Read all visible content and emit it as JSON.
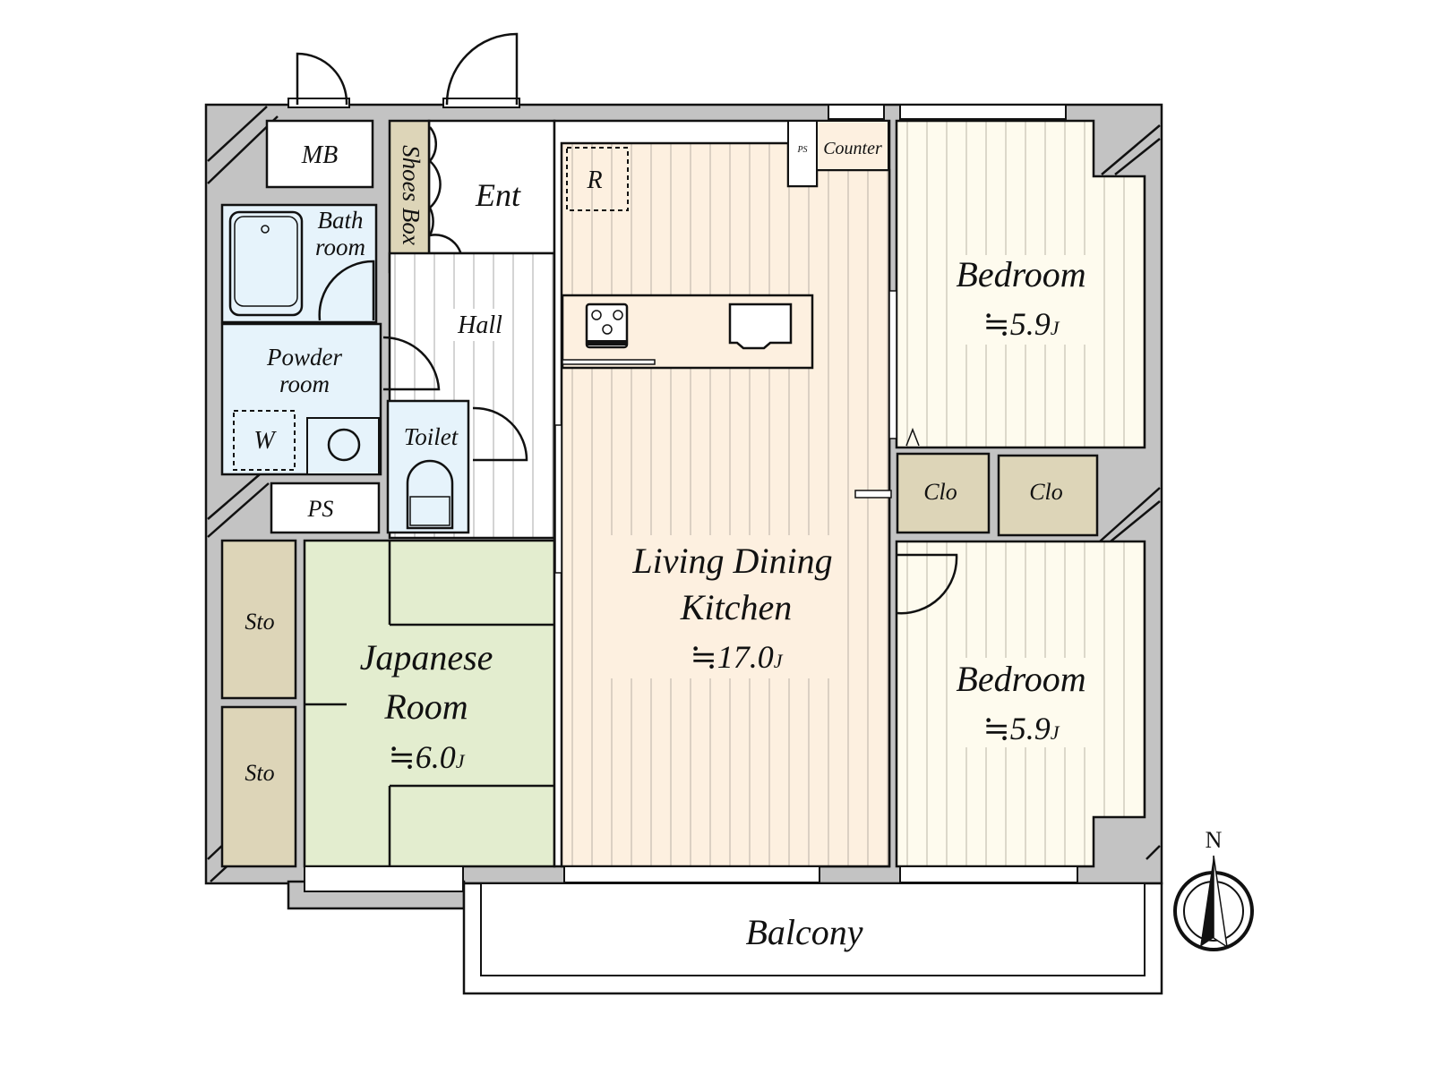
{
  "rooms": {
    "mb": "MB",
    "shoes_box": "Shoes Box",
    "entrance": "Ent",
    "bathroom_line1": "Bath",
    "bathroom_line2": "room",
    "powder_line1": "Powder",
    "powder_line2": "room",
    "washer": "W",
    "hall": "Hall",
    "toilet": "Toilet",
    "ps_lower": "PS",
    "ps_kitchen": "PS",
    "counter": "Counter",
    "refrigerator": "R",
    "storage_1": "Sto",
    "storage_2": "Sto",
    "japanese_line1": "Japanese",
    "japanese_line2": "Room",
    "japanese_size": "≒6.0",
    "ldk_line1": "Living Dining",
    "ldk_line2": "Kitchen",
    "ldk_size": "≒17.0",
    "bedroom1": "Bedroom",
    "bedroom1_size": "≒5.9",
    "bedroom2": "Bedroom",
    "bedroom2_size": "≒5.9",
    "closet_1": "Clo",
    "closet_2": "Clo",
    "balcony": "Balcony",
    "unit_suffix": "J"
  },
  "compass": {
    "north_label": "N"
  },
  "colors": {
    "wall": "#c3c3c3",
    "wet_area": "#e6f3fb",
    "ldk": "#fdf0e0",
    "bedroom": "#fefbee",
    "japanese": "#e3edcf",
    "storage": "#ddd5b8"
  }
}
